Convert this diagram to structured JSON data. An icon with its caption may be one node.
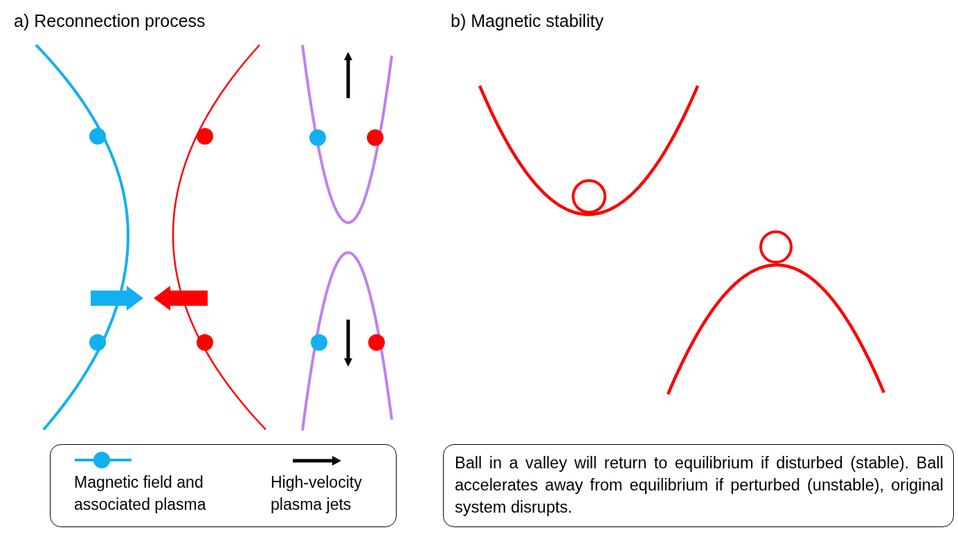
{
  "diagram": {
    "nodes": [
      {
        "text": [
          "Ball in a valley will return to equilibrium if disturbed (stable). Ball accelerates away from equilibrium if perturbed (unstable), original system disrupts."
        ]
      }
    ],
    "labels": [
      "a) Reconnection process",
      "b) Magnetic stability"
    ],
    "legend": [
      {
        "text": "Magnetic field and associated plasma"
      },
      {
        "text": "High-velocity plasma jets"
      }
    ]
  }
}
